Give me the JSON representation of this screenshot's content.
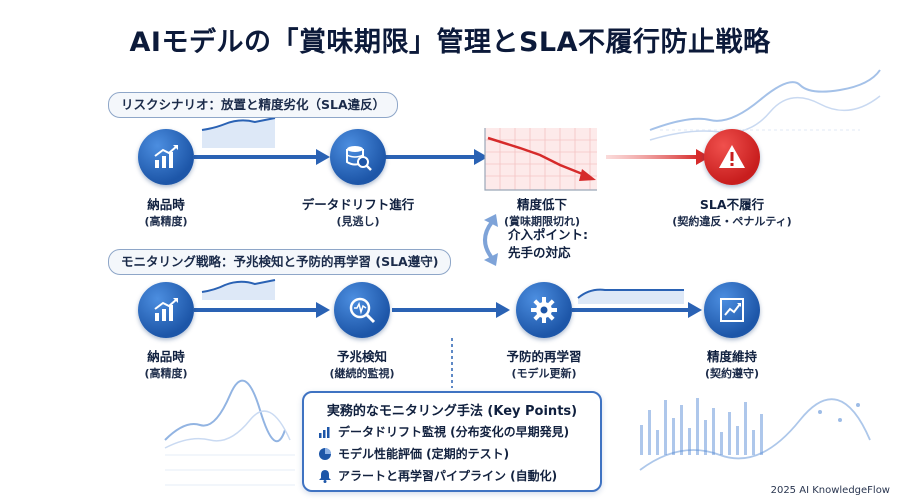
{
  "title": "AIモデルの「賞味期限」管理とSLA不履行防止戦略",
  "risk": {
    "label": "リスクシナリオ：放置と精度劣化（SLA違反）",
    "steps": [
      {
        "title": "納品時",
        "sub": "(高精度)",
        "icon": "growth-chart-icon"
      },
      {
        "title": "データドリフト進行",
        "sub": "(見逃し)",
        "icon": "database-search-icon"
      },
      {
        "title": "精度低下",
        "sub": "(賞味期限切れ)",
        "icon": "declining-chart-icon"
      },
      {
        "title": "SLA不履行",
        "sub": "(契約違反・ペナルティ)",
        "icon": "warning-icon"
      }
    ]
  },
  "intervention": {
    "line1": "介入ポイント:",
    "line2": "先手の対応"
  },
  "monitoring": {
    "label": "モニタリング戦略：予兆検知と予防的再学習 (SLA遵守)",
    "steps": [
      {
        "title": "納品時",
        "sub": "(高精度)",
        "icon": "growth-chart-icon"
      },
      {
        "title": "予兆検知",
        "sub": "(継続的監視)",
        "icon": "magnifier-pulse-icon"
      },
      {
        "title": "予防的再学習",
        "sub": "(モデル更新)",
        "icon": "gear-icon"
      },
      {
        "title": "精度維持",
        "sub": "(契約遵守)",
        "icon": "trend-up-icon"
      }
    ]
  },
  "key_points": {
    "title": "実務的なモニタリング手法 (Key Points)",
    "items": [
      {
        "text": "データドリフト監視 (分布変化の早期発見)",
        "icon": "bar-chart-icon"
      },
      {
        "text": "モデル性能評価 (定期的テスト)",
        "icon": "pie-chart-icon"
      },
      {
        "text": "アラートと再学習パイプライン (自動化)",
        "icon": "bell-icon"
      }
    ]
  },
  "footer": "2025 AI KnowledgeFlow",
  "colors": {
    "primary": "#1d56a8",
    "alert": "#c81e1e",
    "accent": "#3f73c2"
  }
}
